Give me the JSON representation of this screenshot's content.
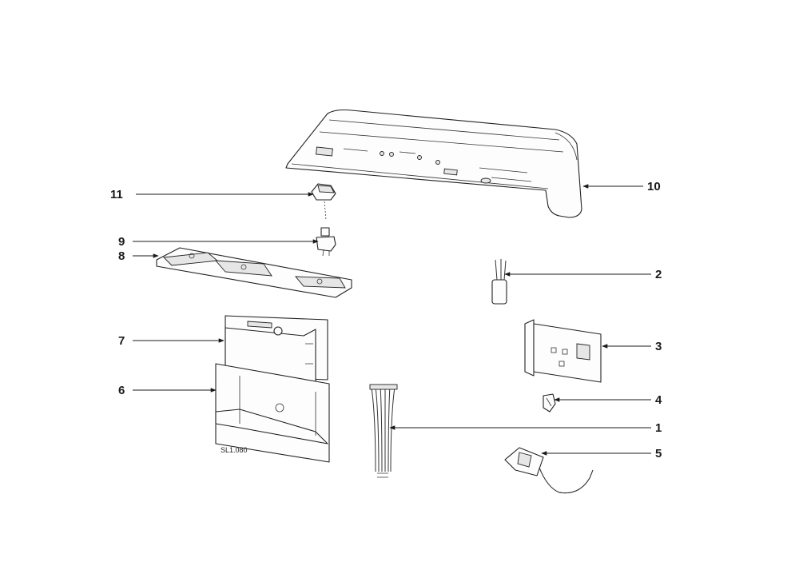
{
  "diagram": {
    "reference_code": "SL1.080",
    "callouts": [
      {
        "id": "1",
        "label": "1"
      },
      {
        "id": "2",
        "label": "2"
      },
      {
        "id": "3",
        "label": "3"
      },
      {
        "id": "4",
        "label": "4"
      },
      {
        "id": "5",
        "label": "5"
      },
      {
        "id": "6",
        "label": "6"
      },
      {
        "id": "7",
        "label": "7"
      },
      {
        "id": "8",
        "label": "8"
      },
      {
        "id": "9",
        "label": "9"
      },
      {
        "id": "10",
        "label": "10"
      },
      {
        "id": "11",
        "label": "11"
      }
    ]
  }
}
